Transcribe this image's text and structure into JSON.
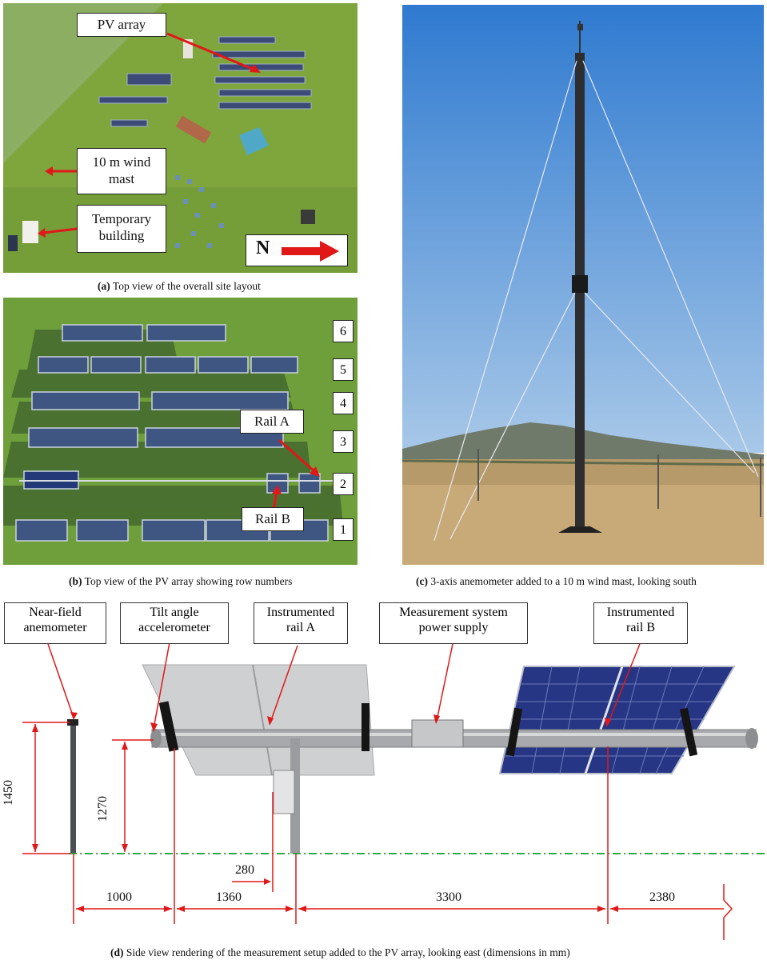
{
  "panel_a": {
    "labels": {
      "pv_array": "PV array",
      "wind_mast": "10 m wind mast",
      "temp_building": "Temporary building",
      "north": "N"
    },
    "caption_tag": "(a)",
    "caption_text": "Top view of the overall site layout"
  },
  "panel_b": {
    "row_numbers": [
      "6",
      "5",
      "4",
      "3",
      "2",
      "1"
    ],
    "rail_a": "Rail A",
    "rail_b": "Rail B",
    "caption_tag": "(b)",
    "caption_text": "Top view of the PV array showing row numbers"
  },
  "panel_c": {
    "caption_tag": "(c)",
    "caption_text": "3-axis anemometer added to a 10 m wind mast, looking south"
  },
  "panel_d": {
    "callouts": {
      "near_field": "Near-field anemometer",
      "tilt": "Tilt angle accelerometer",
      "rail_a": "Instrumented rail A",
      "power": "Measurement system power supply",
      "rail_b": "Instrumented rail B"
    },
    "dimensions": {
      "h1": "1450",
      "h2": "1270",
      "d280": "280",
      "d1000": "1000",
      "d1360": "1360",
      "d3300": "3300",
      "d2380": "2380"
    },
    "caption_tag": "(d)",
    "caption_text": "Side view rendering of the measurement setup added to the PV array, looking east (dimensions in mm)"
  },
  "colors": {
    "grass": "#7aa33c",
    "sky": "#4a8fd8",
    "arrow": "#e01818",
    "panel_blue": "#2a3580",
    "ground_line": "#2ea84a"
  }
}
